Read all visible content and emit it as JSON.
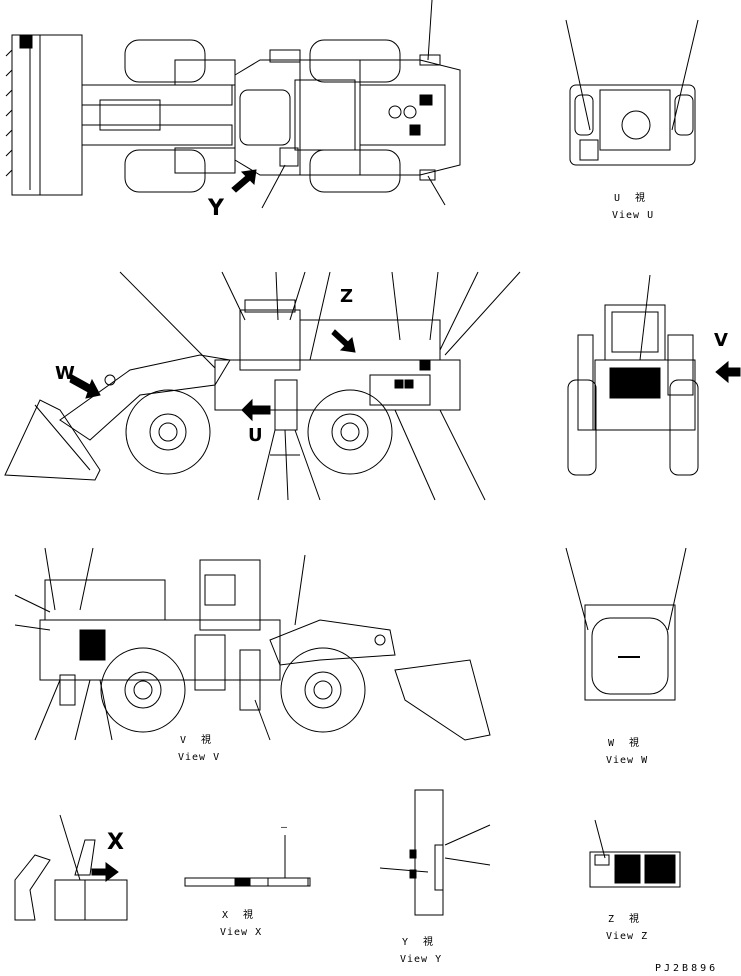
{
  "callouts": {
    "y": "Y",
    "z": "Z",
    "w": "W",
    "u": "U",
    "v": "V",
    "x": "X"
  },
  "views": {
    "u": {
      "jp": "U  視",
      "en": "View U"
    },
    "v": {
      "jp": "V  視",
      "en": "View V"
    },
    "w": {
      "jp": "W  視",
      "en": "View W"
    },
    "x": {
      "jp": "X  視",
      "en": "View X"
    },
    "y": {
      "jp": "Y  視",
      "en": "View Y"
    },
    "z": {
      "jp": "Z  視",
      "en": "View Z"
    }
  },
  "drawing_code": "PJ2B896",
  "misc": {
    "dash": "–"
  }
}
